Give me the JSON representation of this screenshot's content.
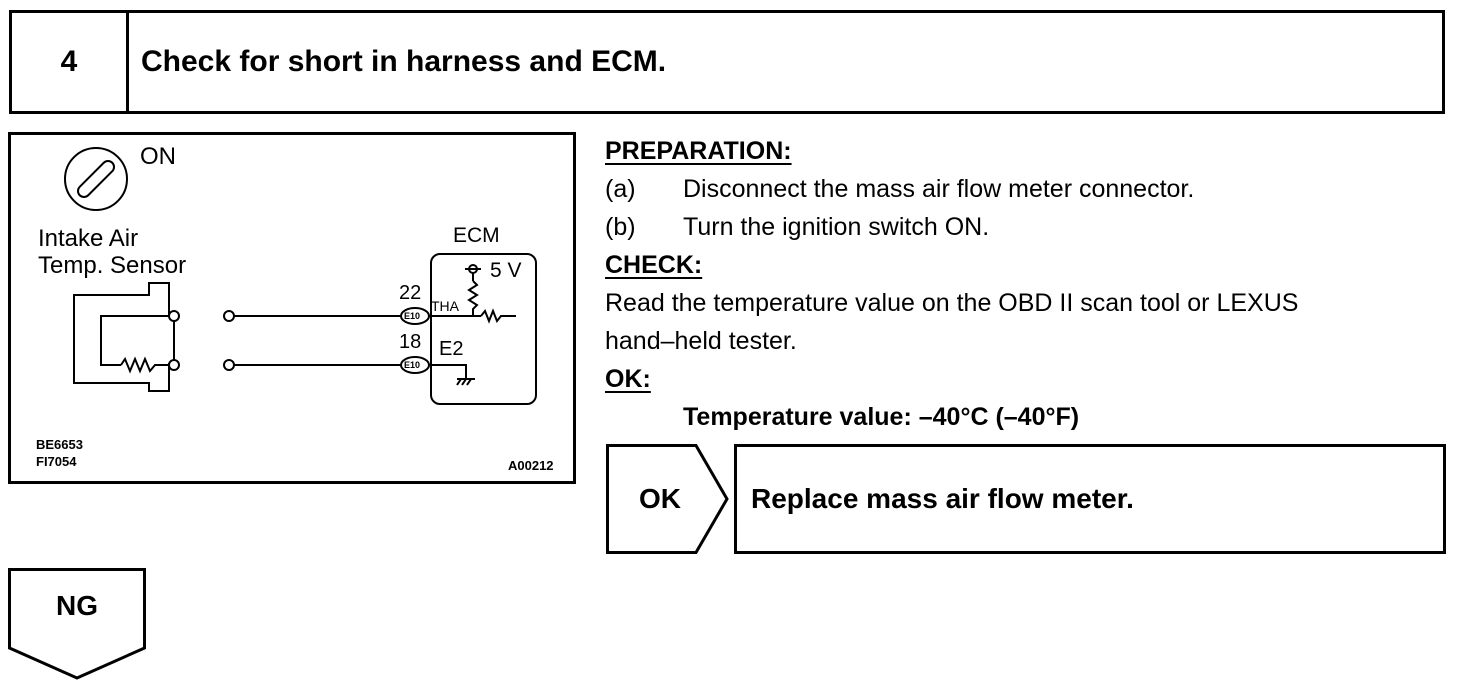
{
  "step": {
    "number": "4",
    "title": "Check for short in harness and ECM."
  },
  "diagram": {
    "ignition_label": "ON",
    "sensor_label_line1": "Intake Air",
    "sensor_label_line2": "Temp. Sensor",
    "ecm_label": "ECM",
    "voltage_label": "5 V",
    "pin_tha_number": "22",
    "pin_tha_name": "THA",
    "connector_e1_top": "E10",
    "pin_e2_number": "18",
    "pin_e2_name": "E2",
    "connector_e1_bottom": "E10",
    "code1": "BE6653",
    "code2": "FI7054",
    "figure_id": "A00212"
  },
  "procedure": {
    "preparation_heading": "PREPARATION:",
    "preparation_steps": [
      {
        "letter": "(a)",
        "text": "Disconnect the mass air flow meter connector."
      },
      {
        "letter": "(b)",
        "text": "Turn the ignition switch ON."
      }
    ],
    "check_heading": "CHECK:",
    "check_text_line1": "Read the temperature value on the OBD II scan tool or LEXUS",
    "check_text_line2": "hand–held tester.",
    "ok_heading": "OK:",
    "ok_spec": "Temperature value: –40°C (–40°F)"
  },
  "result_ok": {
    "label": "OK",
    "action": "Replace mass air flow meter."
  },
  "result_ng": {
    "label": "NG"
  }
}
